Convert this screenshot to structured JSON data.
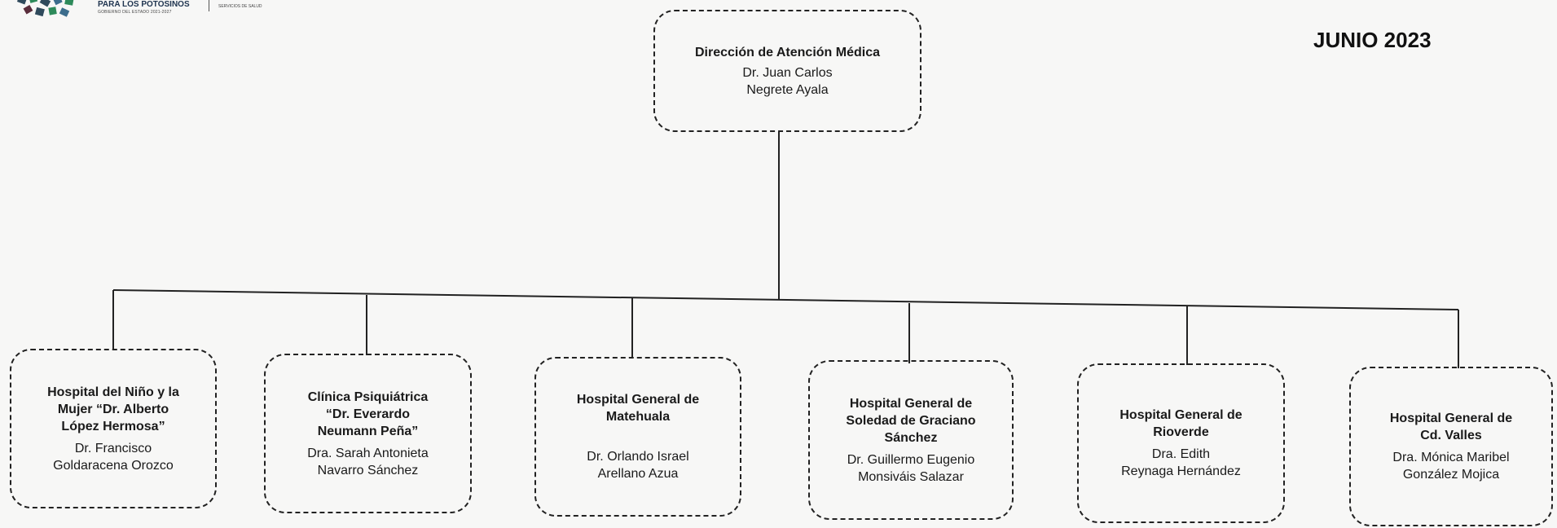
{
  "header": {
    "logo_line1": "PARA LOS POTOSINOS",
    "logo_line2": "GOBIERNO DEL ESTADO 2021-2027",
    "logo_line3": "SERVICIOS DE SALUD",
    "date": "JUNIO 2023"
  },
  "root": {
    "title": "Dirección de Atención Médica",
    "person": [
      "Dr. Juan Carlos",
      "Negrete Ayala"
    ]
  },
  "children": [
    {
      "title": [
        "Hospital del Niño y la",
        "Mujer “Dr. Alberto",
        "López Hermosa”"
      ],
      "person": [
        "Dr. Francisco",
        "Goldaracena Orozco"
      ]
    },
    {
      "title": [
        "Clínica Psiquiátrica",
        "“Dr. Everardo",
        "Neumann Peña”"
      ],
      "person": [
        "Dra. Sarah Antonieta",
        "Navarro Sánchez"
      ]
    },
    {
      "title": [
        "Hospital General de",
        "Matehuala"
      ],
      "person": [
        "Dr. Orlando Israel",
        "Arellano Azua"
      ]
    },
    {
      "title": [
        "Hospital General de",
        "Soledad de Graciano",
        "Sánchez"
      ],
      "person": [
        "Dr. Guillermo Eugenio",
        "Monsiváis Salazar"
      ]
    },
    {
      "title": [
        "Hospital General de",
        "Rioverde"
      ],
      "person": [
        "Dra. Edith",
        "Reynaga Hernández"
      ]
    },
    {
      "title": [
        "Hospital General de",
        "Cd. Valles"
      ],
      "person": [
        "Dra. Mónica Maribel",
        "González Mojica"
      ]
    }
  ]
}
